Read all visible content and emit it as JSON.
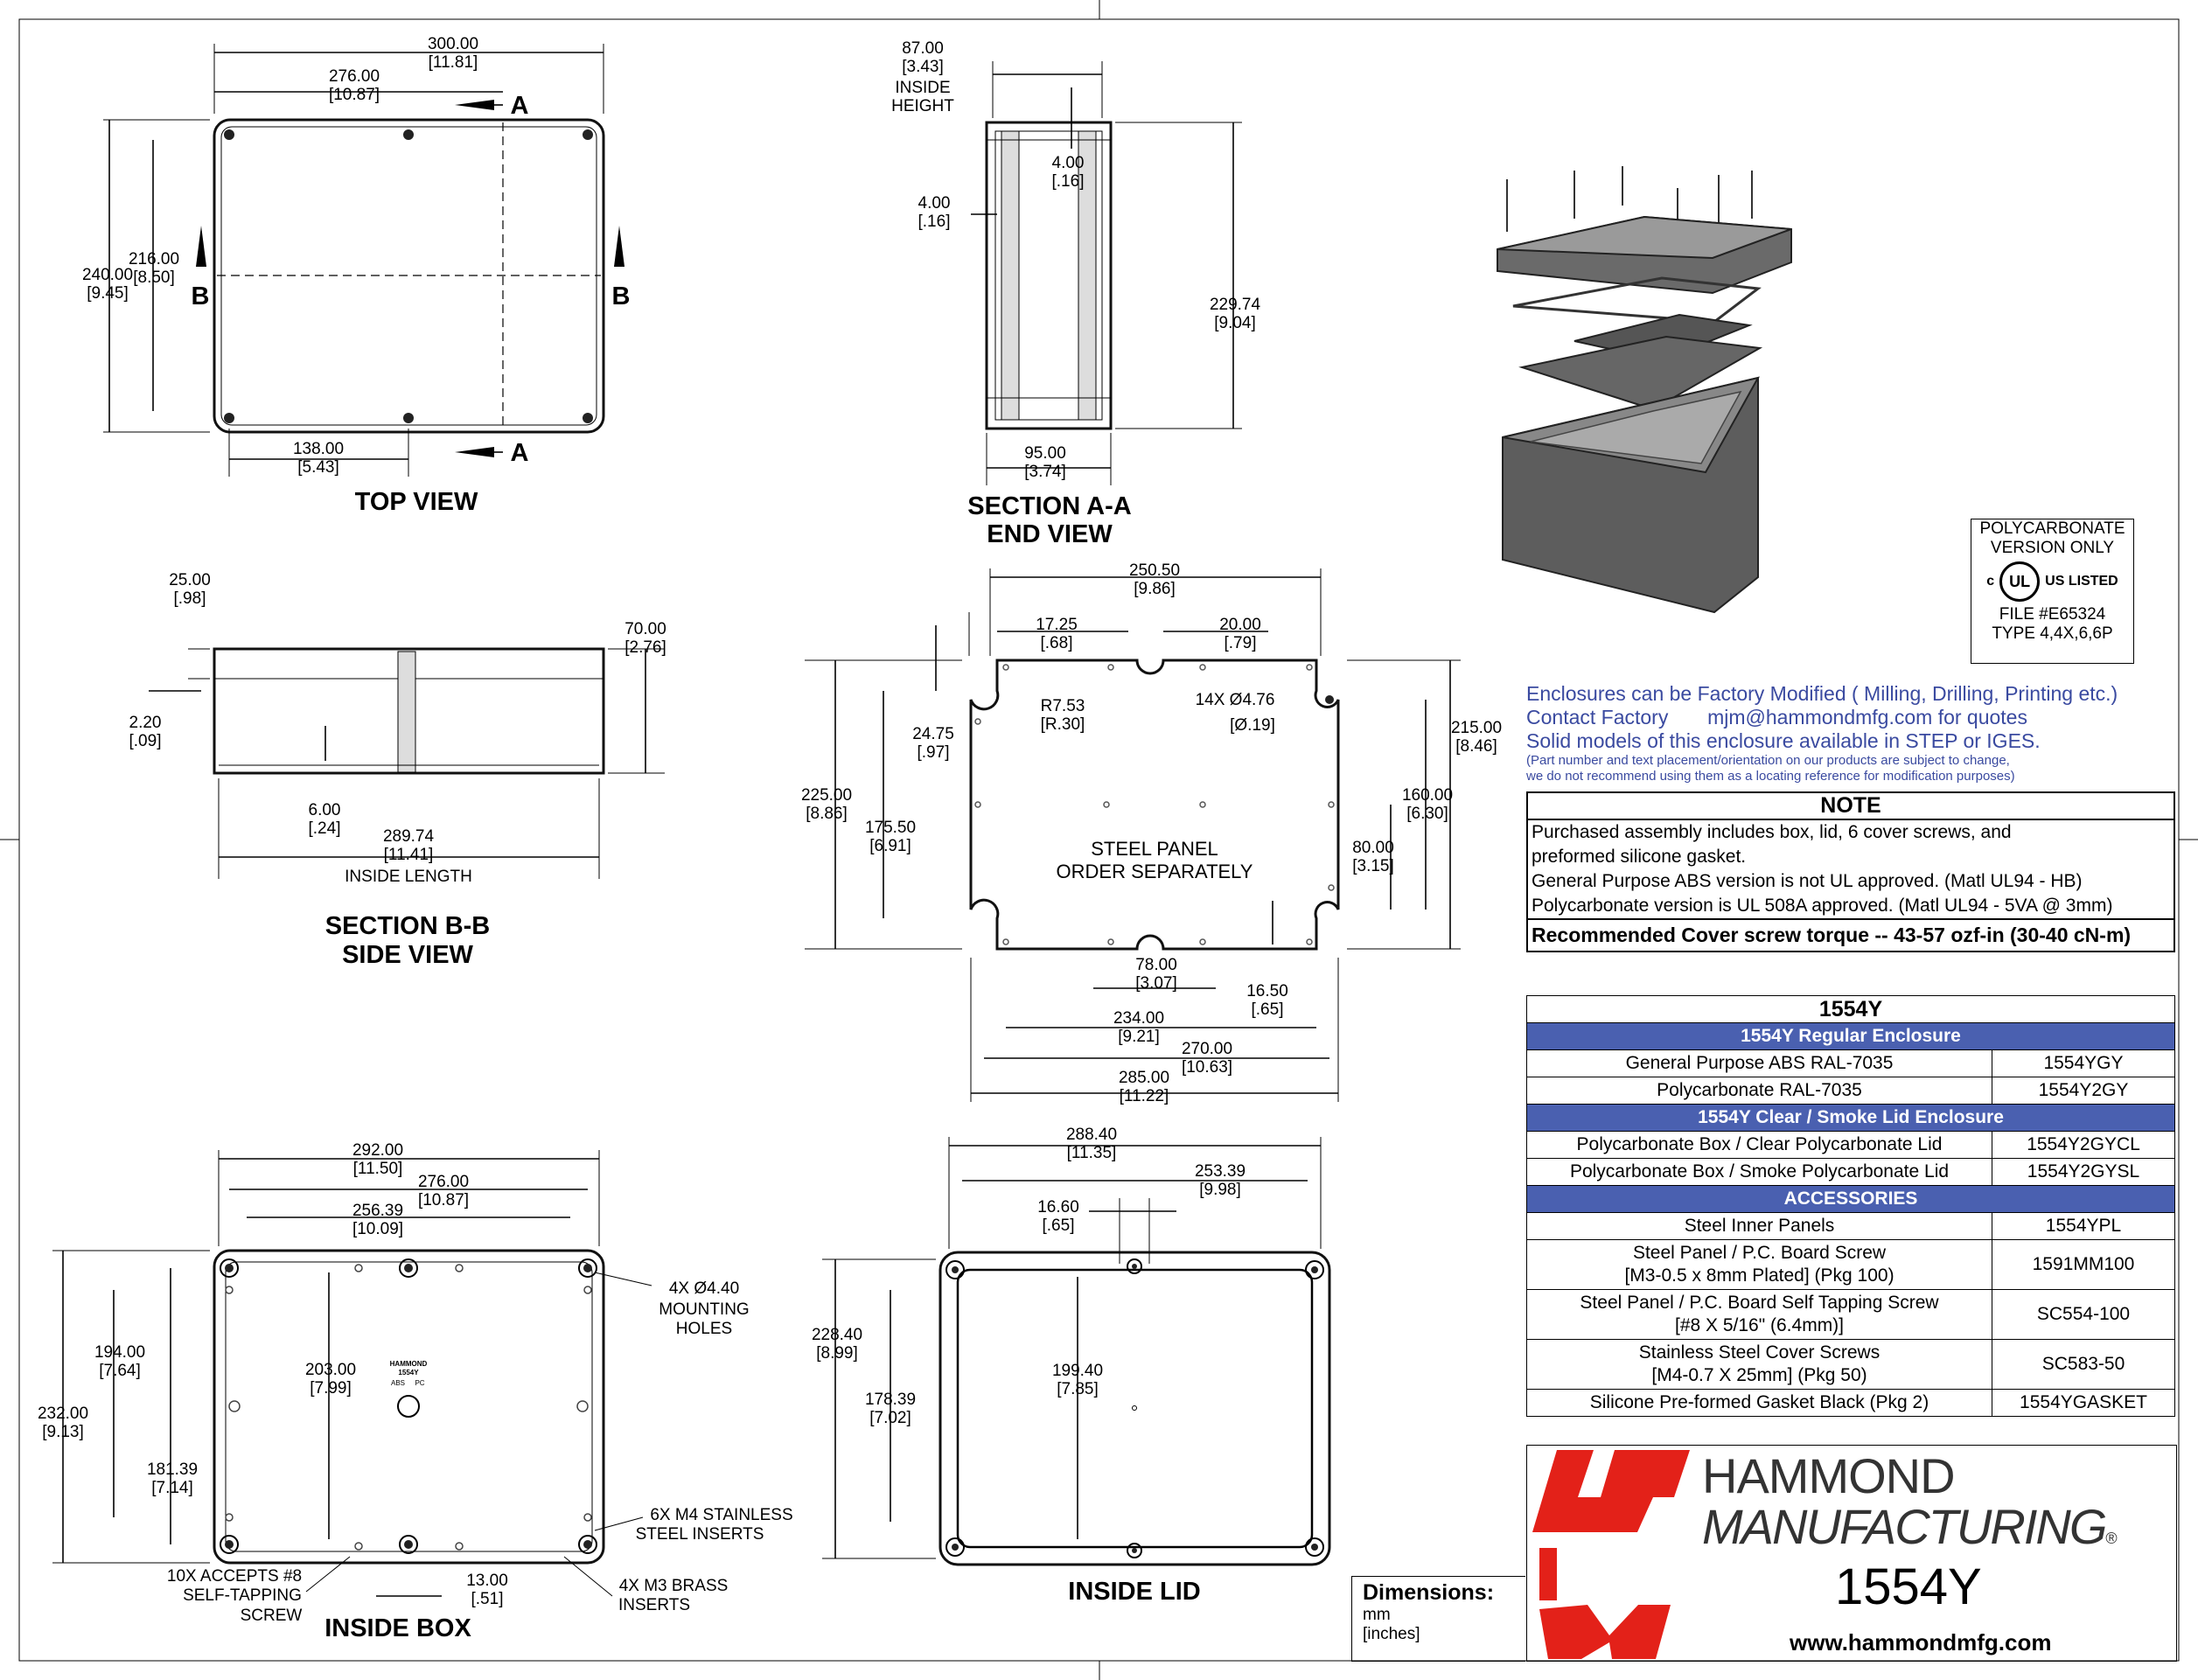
{
  "views": {
    "top_view": {
      "title": "TOP VIEW",
      "dims": [
        "300.00",
        "[11.81]",
        "276.00",
        "[10.87]",
        "240.00",
        "[9.45]",
        "216.00",
        "[8.50]",
        "138.00",
        "[5.43]"
      ],
      "section_labels": [
        "A",
        "A",
        "B",
        "B"
      ]
    },
    "section_aa": {
      "title_1": "SECTION A-A",
      "title_2": "END VIEW",
      "dims": [
        "87.00",
        "[3.43]",
        "INSIDE",
        "HEIGHT",
        "4.00",
        "[.16]",
        "4.00",
        "[.16]",
        "229.74",
        "[9.04]",
        "95.00",
        "[3.74]"
      ]
    },
    "section_bb": {
      "title_1": "SECTION B-B",
      "title_2": "SIDE VIEW",
      "dims": [
        "25.00",
        "[.98]",
        "70.00",
        "[2.76]",
        "2.20",
        "[.09]",
        "6.00",
        "[.24]",
        "289.74",
        "[11.41]",
        "INSIDE LENGTH"
      ]
    },
    "steel_panel": {
      "label_1": "STEEL PANEL",
      "label_2": "ORDER SEPARATELY",
      "dims": [
        "250.50",
        "[9.86]",
        "17.25",
        "[.68]",
        "20.00",
        "[.79]",
        "R7.53",
        "[R.30]",
        "14X Ø4.76",
        "[Ø.19]",
        "24.75",
        "[.97]",
        "225.00",
        "[8.86]",
        "175.50",
        "[6.91]",
        "215.00",
        "[8.46]",
        "160.00",
        "[6.30]",
        "80.00",
        "[3.15]",
        "78.00",
        "[3.07]",
        "16.50",
        "[.65]",
        "234.00",
        "[9.21]",
        "270.00",
        "[10.63]",
        "285.00",
        "[11.22]"
      ]
    },
    "inside_box": {
      "title": "INSIDE BOX",
      "dims": [
        "292.00",
        "[11.50]",
        "276.00",
        "[10.87]",
        "256.39",
        "[10.09]",
        "194.00",
        "[7.64]",
        "232.00",
        "[9.13]",
        "203.00",
        "[7.99]",
        "181.39",
        "[7.14]",
        "13.00",
        "[.51]"
      ],
      "callouts": [
        "4X Ø4.40",
        "MOUNTING",
        "HOLES",
        "6X M4 STAINLESS",
        "STEEL INSERTS",
        "10X ACCEPTS #8",
        "SELF-TAPPING",
        "SCREW",
        "4X M3 BRASS",
        "INSERTS"
      ]
    },
    "inside_lid": {
      "title": "INSIDE LID",
      "dims": [
        "288.40",
        "[11.35]",
        "253.39",
        "[9.98]",
        "16.60",
        "[.65]",
        "228.40",
        "[8.99]",
        "178.39",
        "[7.02]",
        "199.40",
        "[7.85]"
      ]
    }
  },
  "ul": {
    "line_1": "POLYCARBONATE",
    "line_2": "VERSION ONLY",
    "c": "c",
    "mark": "UL",
    "listed": "US LISTED",
    "file": "FILE #E65324",
    "type": "TYPE 4,4X,6,6P"
  },
  "info": {
    "line_1": "Enclosures can be Factory Modified ( Milling, Drilling, Printing etc.)",
    "line_2": "Contact Factory       mjm@hammondmfg.com for quotes",
    "line_3": "Solid models of this enclosure available in STEP or IGES.",
    "fine_1": "(Part number and text placement/orientation on our products are subject to change,",
    "fine_2": "we do not recommend using them as a locating reference for modification purposes)"
  },
  "note": {
    "heading": "NOTE",
    "lines": [
      "Purchased  assembly includes box, lid, 6 cover screws, and",
      "preformed silicone gasket.",
      "General Purpose ABS version is not UL approved. (Matl UL94 - HB)",
      "Polycarbonate version is UL 508A approved. (Matl UL94 - 5VA  @ 3mm)"
    ],
    "torque": "Recommended Cover screw torque -- 43-57 ozf-in (30-40 cN-m)"
  },
  "table": {
    "title": "1554Y",
    "band_1": "1554Y Regular Enclosure",
    "band_2": "1554Y Clear / Smoke Lid Enclosure",
    "band_3": "ACCESSORIES",
    "rows_1": [
      {
        "desc": "General Purpose ABS RAL-7035",
        "pn": "1554YGY"
      },
      {
        "desc": "Polycarbonate RAL-7035",
        "pn": "1554Y2GY"
      }
    ],
    "rows_2": [
      {
        "desc": "Polycarbonate Box / Clear Polycarbonate Lid",
        "pn": "1554Y2GYCL"
      },
      {
        "desc": "Polycarbonate Box / Smoke Polycarbonate Lid",
        "pn": "1554Y2GYSL"
      }
    ],
    "rows_3": [
      {
        "desc": "Steel Inner Panels",
        "desc2": "",
        "pn": "1554YPL"
      },
      {
        "desc": "Steel Panel / P.C. Board Screw",
        "desc2": "[M3-0.5 x 8mm Plated]  (Pkg 100)",
        "pn": "1591MM100"
      },
      {
        "desc": "Steel Panel / P.C. Board Self Tapping Screw",
        "desc2": "[#8 X 5/16\" (6.4mm)]",
        "pn": "SC554-100"
      },
      {
        "desc": "Stainless Steel Cover Screws",
        "desc2": "[M4-0.7 X 25mm] (Pkg 50)",
        "pn": "SC583-50"
      },
      {
        "desc": "Silicone Pre-formed Gasket Black (Pkg 2)",
        "desc2": "",
        "pn": "1554YGASKET"
      }
    ]
  },
  "dimensions_box": {
    "heading": "Dimensions:",
    "unit_1": "mm",
    "unit_2": "[inches]"
  },
  "brand": {
    "name_1": "HAMMOND",
    "name_2": "MANUFACTURING",
    "reg": "®",
    "model": "1554Y",
    "url": "www.hammondmfg.com",
    "logo_color": "#e32119"
  },
  "part_marks": [
    "HAMMOND",
    "1554Y",
    "ABS",
    "PC"
  ]
}
